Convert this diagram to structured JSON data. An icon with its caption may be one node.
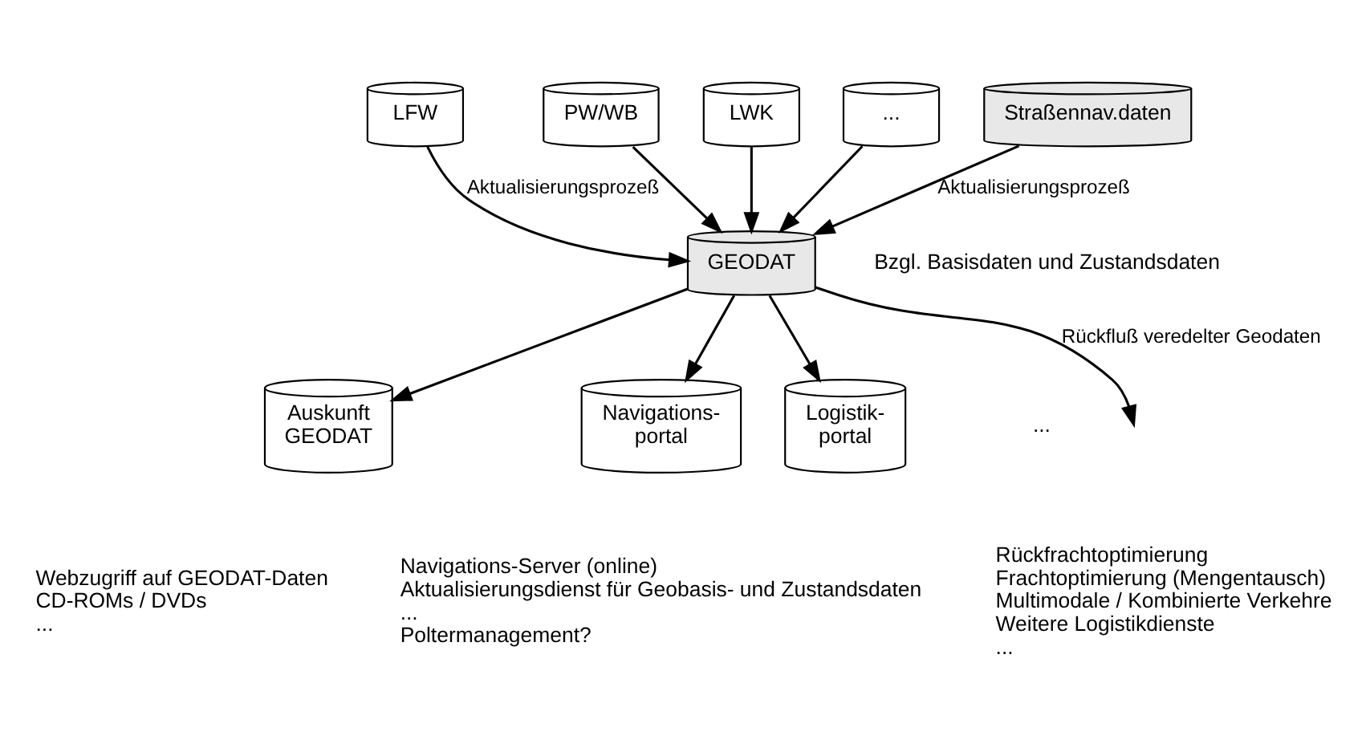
{
  "diagram": {
    "nodes": [
      {
        "text": [
          "LFW"
        ]
      },
      {
        "text": [
          "PW/WB"
        ]
      },
      {
        "text": [
          "LWK"
        ]
      },
      {
        "text": [
          "..."
        ]
      },
      {
        "text": [
          "Straßennav.daten"
        ]
      },
      {
        "text": [
          "GEODAT"
        ]
      },
      {
        "text": [
          "Auskunft",
          "GEODAT"
        ],
        "beside": [
          "Webzugriff auf GEODAT-Daten",
          "CD-ROMs / DVDs",
          "..."
        ]
      },
      {
        "text": [
          "Navigations-",
          "portal"
        ],
        "beside": [
          "Navigations-Server (online)",
          "Aktualisierungsdienst für Geobasis- und Zustandsdaten",
          "...",
          "Poltermanagement?"
        ]
      },
      {
        "text": [
          "Logistik-",
          "portal"
        ],
        "beside": [
          "Rückfrachtoptimierung",
          "Frachtoptimierung (Mengentausch)",
          "Multimodale / Kombinierte Verkehre",
          "Weitere Logistikdienste",
          "..."
        ]
      }
    ],
    "edges": [
      {
        "from": 0,
        "to": 5,
        "arrow": "to",
        "label": "Aktualisierungsprozeß"
      },
      {
        "from": 1,
        "to": 5,
        "arrow": "to"
      },
      {
        "from": 2,
        "to": 5,
        "arrow": "to"
      },
      {
        "from": 3,
        "to": 5,
        "arrow": "to"
      },
      {
        "from": 4,
        "to": 5,
        "arrow": "to",
        "label": "Aktualisierungsprozeß"
      },
      {
        "from": 5,
        "to": null,
        "arrow": "to",
        "label": "Rückfluß veredelter Geodaten"
      },
      {
        "from": 5,
        "to": 6,
        "arrow": "to"
      },
      {
        "from": 5,
        "to": 7,
        "arrow": "to"
      },
      {
        "from": 5,
        "to": 8,
        "arrow": "to"
      }
    ],
    "labels": [
      "Bzgl. Basisdaten und Zustandsdaten",
      "..."
    ]
  }
}
